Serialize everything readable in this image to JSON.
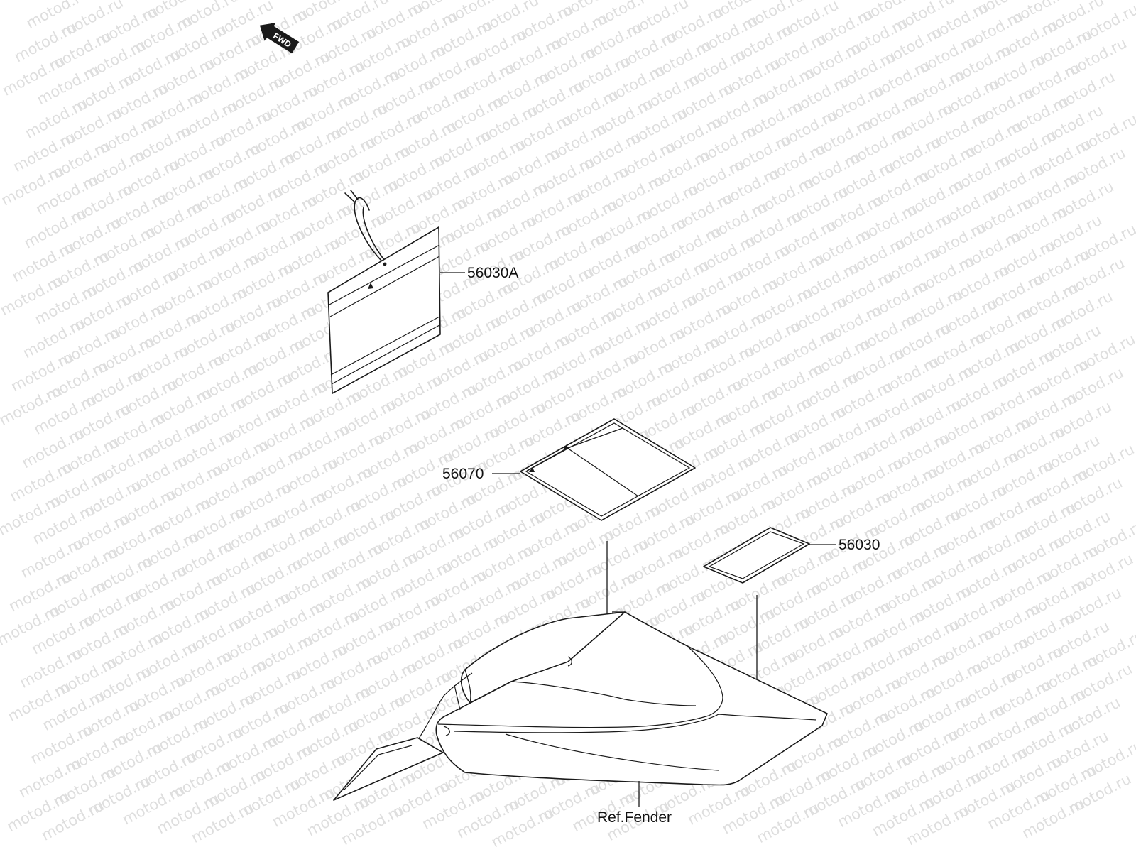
{
  "watermark_text": "motod.ru",
  "direction_marker": {
    "label": "FWD",
    "icon": "forward-arrow-icon"
  },
  "callouts": {
    "p56030A": "56030A",
    "p56070": "56070",
    "p56030": "56030",
    "ref_fender": "Ref.Fender"
  },
  "colors": {
    "line": "#1a1a1a",
    "watermark": "#dedede",
    "background": "#ffffff"
  }
}
